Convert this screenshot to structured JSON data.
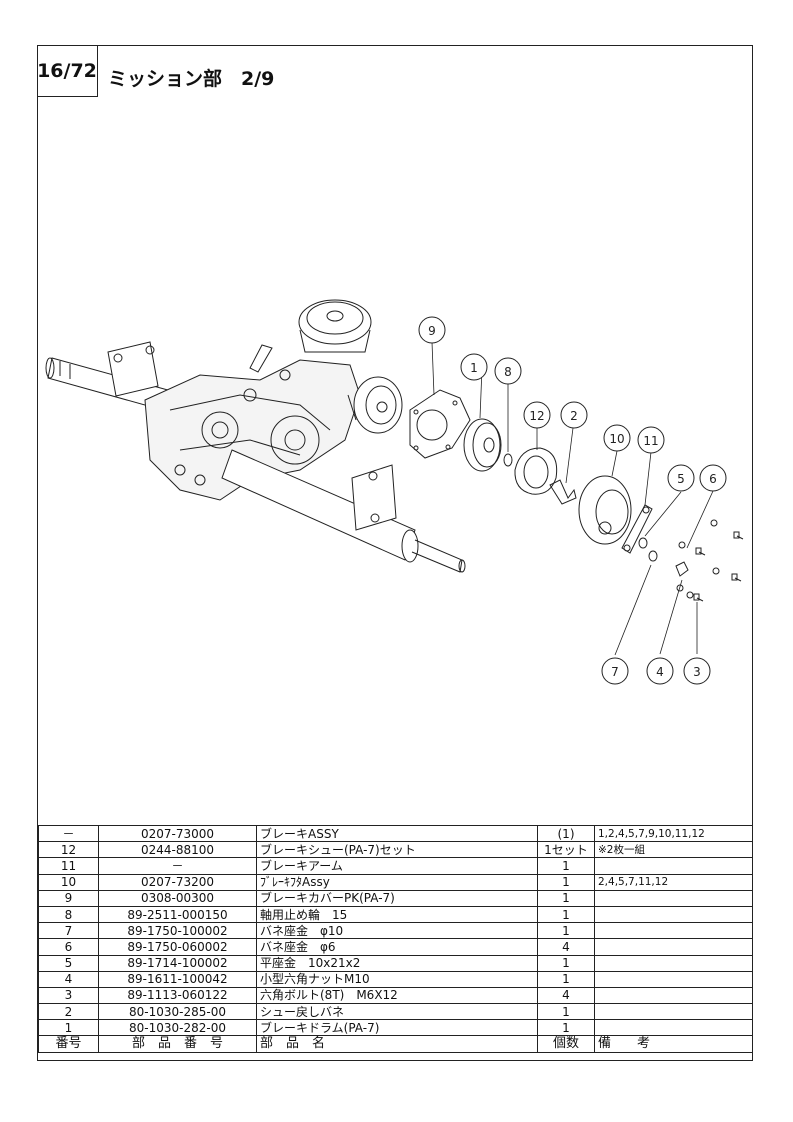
{
  "page": {
    "number": "16/72",
    "title": "ミッション部　2/9"
  },
  "diagram": {
    "callouts": [
      "9",
      "1",
      "8",
      "12",
      "2",
      "10",
      "11",
      "5",
      "6",
      "7",
      "4",
      "3"
    ]
  },
  "parts_table": {
    "headers": {
      "no": "番号",
      "part_no": "部　品　番　号",
      "name": "部　品　名",
      "qty": "個数",
      "remarks": "備　　考"
    },
    "rows": [
      {
        "no": "－",
        "part_no": "0207-73000",
        "name": "ブレーキASSY",
        "qty": "(1)",
        "remarks": "1,2,4,5,7,9,10,11,12"
      },
      {
        "no": "12",
        "part_no": "0244-88100",
        "name": "ブレーキシュー(PA-7)セット",
        "qty": "1セット",
        "remarks": "※2枚一組"
      },
      {
        "no": "11",
        "part_no": "－",
        "name": "ブレーキアーム",
        "qty": "1",
        "remarks": ""
      },
      {
        "no": "10",
        "part_no": "0207-73200",
        "name": "ﾌﾞﾚｰｷﾌﾀAssy",
        "qty": "1",
        "remarks": "2,4,5,7,11,12"
      },
      {
        "no": "9",
        "part_no": "0308-00300",
        "name": "ブレーキカバーPK(PA-7)",
        "qty": "1",
        "remarks": ""
      },
      {
        "no": "8",
        "part_no": "89-2511-000150",
        "name": "軸用止め輪　15",
        "qty": "1",
        "remarks": ""
      },
      {
        "no": "7",
        "part_no": "89-1750-100002",
        "name": "バネ座金　φ10",
        "qty": "1",
        "remarks": ""
      },
      {
        "no": "6",
        "part_no": "89-1750-060002",
        "name": "バネ座金　φ6",
        "qty": "4",
        "remarks": ""
      },
      {
        "no": "5",
        "part_no": "89-1714-100002",
        "name": "平座金　10x21x2",
        "qty": "1",
        "remarks": ""
      },
      {
        "no": "4",
        "part_no": "89-1611-100042",
        "name": "小型六角ナットM10",
        "qty": "1",
        "remarks": ""
      },
      {
        "no": "3",
        "part_no": "89-1113-060122",
        "name": "六角ボルト(8T)　M6X12",
        "qty": "4",
        "remarks": ""
      },
      {
        "no": "2",
        "part_no": "80-1030-285-00",
        "name": "シュー戻しバネ",
        "qty": "1",
        "remarks": ""
      },
      {
        "no": "1",
        "part_no": "80-1030-282-00",
        "name": "ブレーキドラム(PA-7)",
        "qty": "1",
        "remarks": ""
      }
    ]
  }
}
